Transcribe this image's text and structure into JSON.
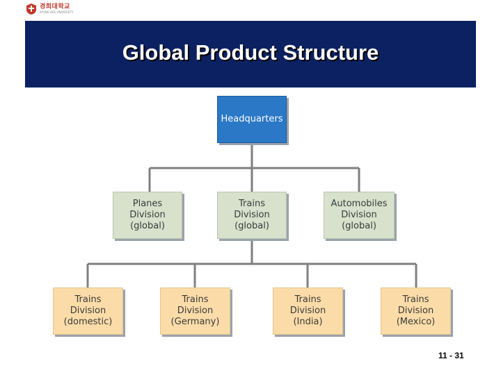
{
  "header": {
    "logo_text": "경희대학교",
    "logo_subtext": "KYUNG HEE UNIVERSITY",
    "title": "Global Product Structure"
  },
  "chart": {
    "headquarters": "Headquarters",
    "divisions": [
      "Planes\nDivision\n(global)",
      "Trains\nDivision\n(global)",
      "Automobiles\nDivision\n(global)"
    ],
    "sub_divisions": [
      "Trains\nDivision\n(domestic)",
      "Trains\nDivision\n(Germany)",
      "Trains\nDivision\n(India)",
      "Trains\nDivision\n(Mexico)"
    ]
  },
  "footer": {
    "slide_number": "11 - 31"
  },
  "colors": {
    "banner": "#0c2161",
    "headquarters_box": "#2a78c6",
    "division_box": "#d7e1cc",
    "sub_division_box": "#fbdca8",
    "connector": "#7f7f7f"
  }
}
